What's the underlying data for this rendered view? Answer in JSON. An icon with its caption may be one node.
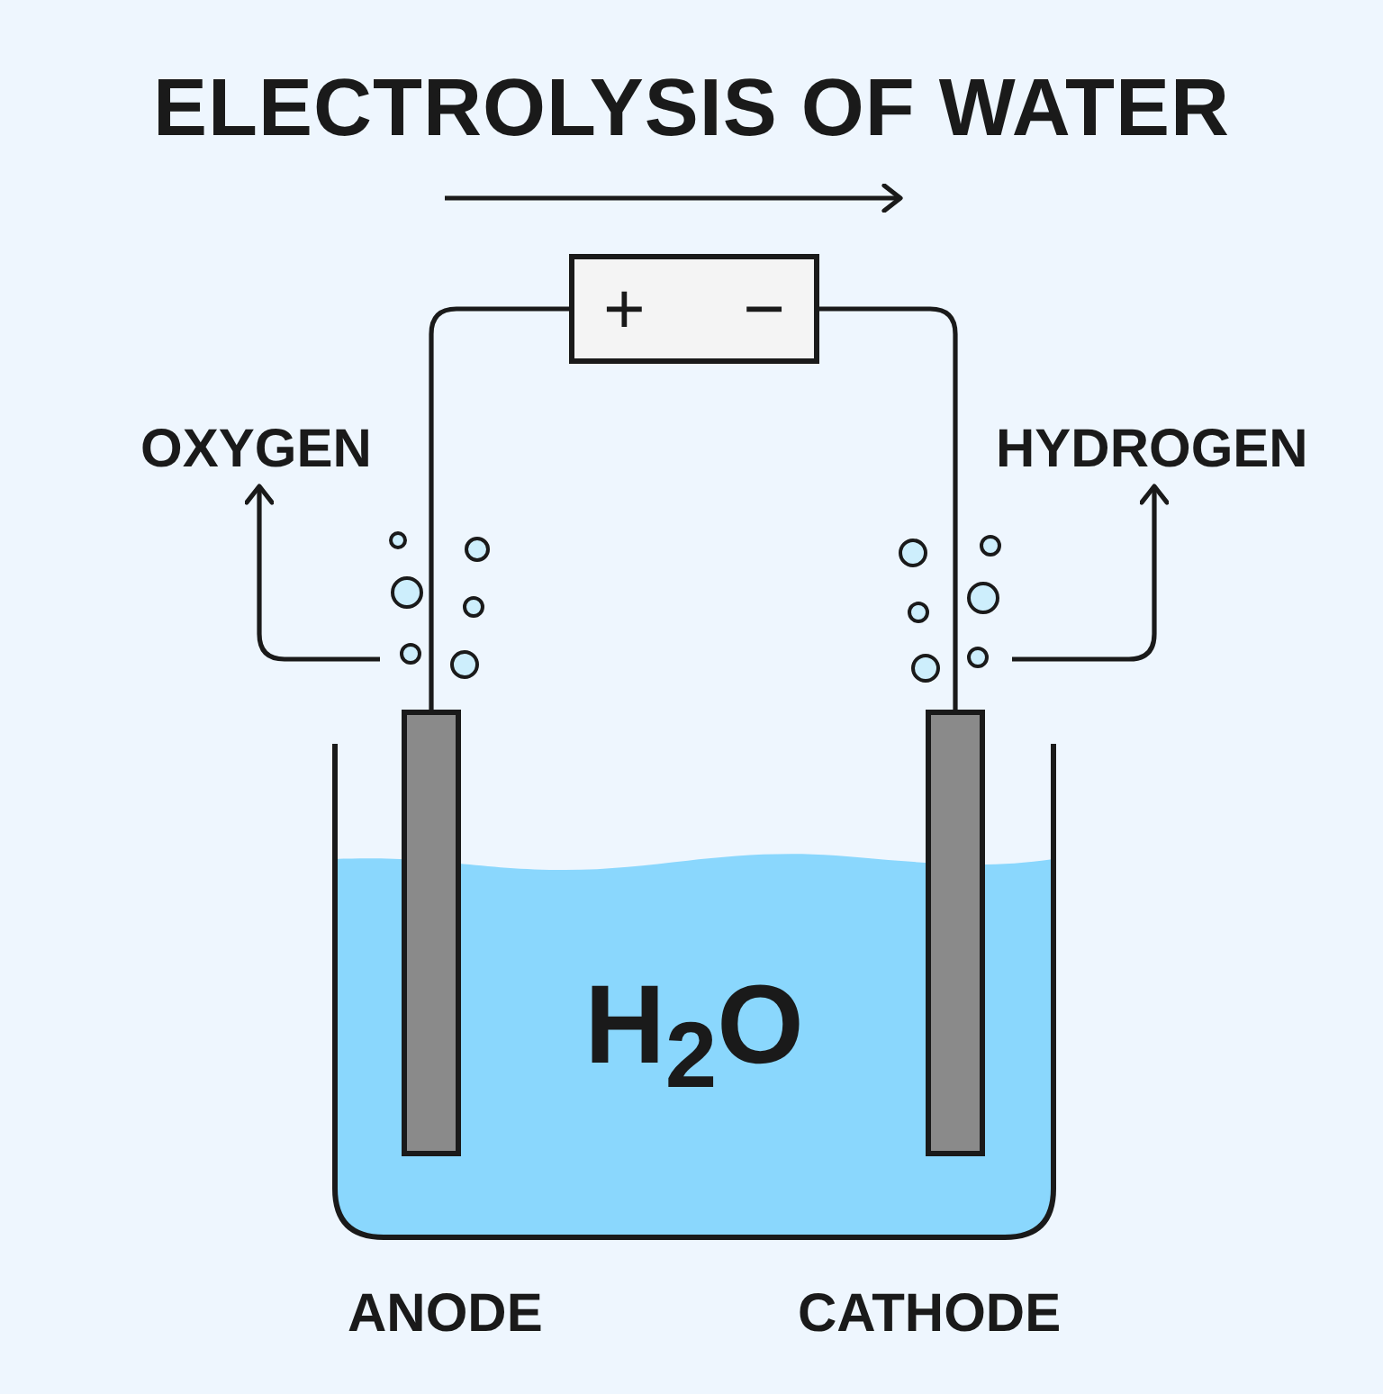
{
  "diagram": {
    "title": "ELECTROLYSIS OF WATER",
    "nodes": [
      {
        "text": [
          "+",
          "−"
        ]
      },
      {
        "text": [
          "OXYGEN"
        ]
      },
      {
        "text": [
          "HYDROGEN"
        ]
      },
      {
        "text": [],
        "shape": "bar"
      },
      {
        "text": [
          "H$_{2}$O"
        ]
      },
      {
        "text": [],
        "shape": "bar"
      }
    ],
    "edges": [
      {
        "from": 0,
        "to": 3,
        "arrow": "none"
      },
      {
        "from": 0,
        "to": 5,
        "arrow": "none"
      },
      {
        "from": null,
        "to": 1,
        "arrow": "to"
      },
      {
        "from": null,
        "to": 2,
        "arrow": "to"
      }
    ],
    "labels": [
      "ANODE",
      "CATHODE"
    ]
  }
}
